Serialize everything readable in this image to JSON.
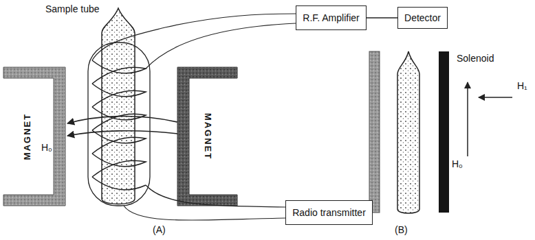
{
  "diagram": {
    "nodes": [
      {
        "text": [
          "R.F. Amplifier"
        ]
      },
      {
        "text": [
          "Detector"
        ]
      },
      {
        "text": [
          "Radio transmitter"
        ]
      }
    ],
    "edges": [
      {
        "from": 0,
        "to": 1,
        "arrow": "none"
      }
    ],
    "labels": [
      "Sample tube",
      "MAGNET",
      "MAGNET",
      "H₀",
      "(A)",
      "Solenoid",
      "H₁",
      "H₀",
      "(B)"
    ]
  }
}
